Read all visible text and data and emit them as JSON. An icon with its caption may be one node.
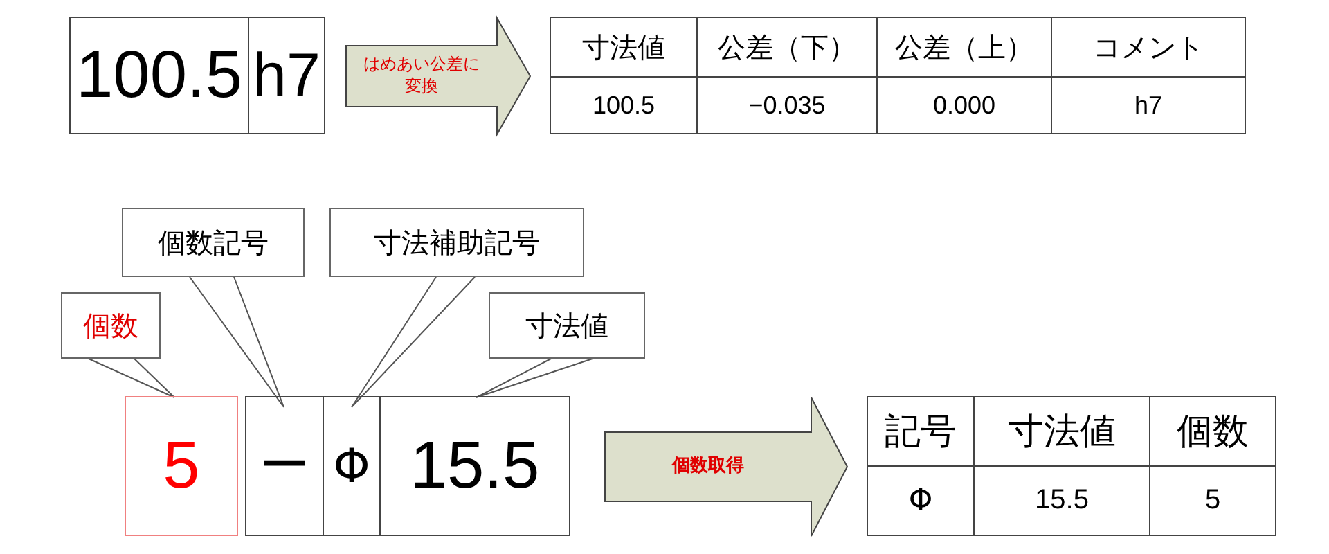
{
  "diagram": {
    "nodes": [
      {
        "text": [
          "100.5"
        ]
      },
      {
        "text": [
          "h7"
        ]
      },
      {
        "text": [],
        "shape": "box"
      },
      {
        "text": [
          "寸法値"
        ],
        "in": 2
      },
      {
        "text": [
          "公差（下）"
        ],
        "in": 2
      },
      {
        "text": [
          "公差（上）"
        ],
        "in": 2
      },
      {
        "text": [
          "コメント"
        ],
        "in": 2
      },
      {
        "text": [
          "100.5"
        ],
        "in": 2
      },
      {
        "text": [
          "−0.035"
        ],
        "in": 2
      },
      {
        "text": [
          "0.000"
        ],
        "in": 2
      },
      {
        "text": [
          "h7"
        ],
        "in": 2
      },
      {
        "text": [
          "個数記号"
        ]
      },
      {
        "text": [
          "寸法補助記号"
        ]
      },
      {
        "text": [
          "個数"
        ]
      },
      {
        "text": [
          "寸法値"
        ]
      },
      {
        "text": [
          "5"
        ]
      },
      {
        "text": [
          "ー"
        ]
      },
      {
        "text": [
          "Φ"
        ]
      },
      {
        "text": [
          "15.5"
        ]
      },
      {
        "text": [],
        "shape": "box"
      },
      {
        "text": [
          "記号"
        ],
        "in": 19
      },
      {
        "text": [
          "寸法値"
        ],
        "in": 19
      },
      {
        "text": [
          "個数"
        ],
        "in": 19
      },
      {
        "text": [
          "Φ"
        ],
        "in": 19
      },
      {
        "text": [
          "15.5"
        ],
        "in": 19
      },
      {
        "text": [
          "5"
        ],
        "in": 19
      }
    ],
    "edges": [
      {
        "from": 1,
        "to": 2,
        "arrow": "to",
        "label": "はめあい公差に変換"
      },
      {
        "from": 11,
        "to": 16,
        "arrow": "none"
      },
      {
        "from": 12,
        "to": 17,
        "arrow": "none"
      },
      {
        "from": 13,
        "to": 15,
        "arrow": "none"
      },
      {
        "from": 14,
        "to": 18,
        "arrow": "none"
      },
      {
        "from": 18,
        "to": 19,
        "arrow": "to",
        "label": "個数取得"
      }
    ]
  }
}
